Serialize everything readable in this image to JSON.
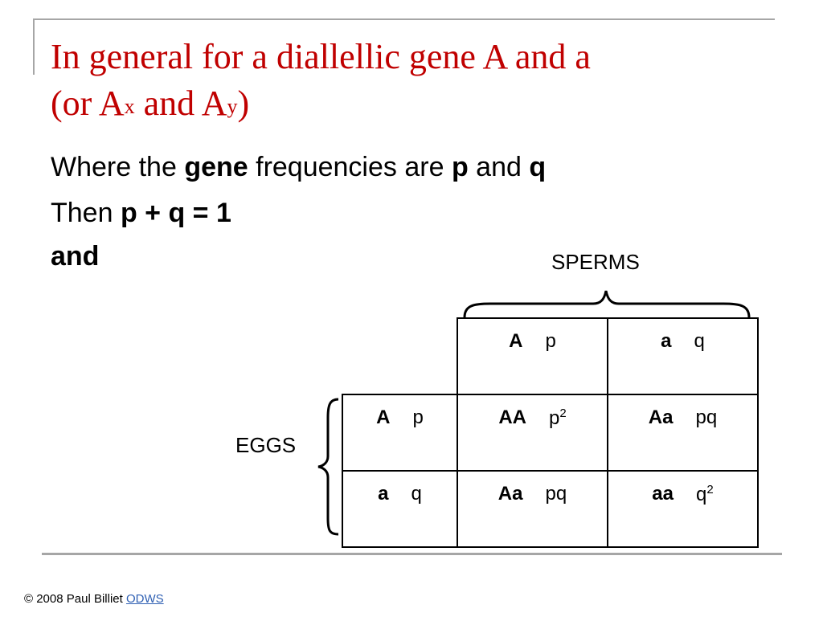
{
  "title": {
    "line1": "In general for a diallellic gene A and a",
    "line2_prefix": "(or A",
    "sup_x": "x",
    "line2_mid": " and A",
    "sup_y": "y",
    "line2_suffix": ")"
  },
  "body": {
    "line1": {
      "t1": "Where the ",
      "b1": "gene",
      "t2": " frequencies are ",
      "b2": "p",
      "t3": " and ",
      "b3": "q"
    },
    "line2": {
      "t1": "Then ",
      "b1": "p + q = 1"
    },
    "line3": {
      "b1": "and"
    }
  },
  "labels": {
    "sperms": "SPERMS",
    "eggs": "EGGS"
  },
  "punnett": {
    "header": [
      {
        "allele": "A",
        "freq": "p"
      },
      {
        "allele": "a",
        "freq": "q"
      }
    ],
    "rows": [
      {
        "allele": "A",
        "freq": "p",
        "cells": [
          {
            "genotype": "AA",
            "freq": "p",
            "sup": "2"
          },
          {
            "genotype": "Aa",
            "freq": "pq",
            "sup": ""
          }
        ]
      },
      {
        "allele": "a",
        "freq": "q",
        "cells": [
          {
            "genotype": "Aa",
            "freq": "pq",
            "sup": ""
          },
          {
            "genotype": "aa",
            "freq": "q",
            "sup": "2"
          }
        ]
      }
    ]
  },
  "footer": {
    "copyright": "© 2008 Paul Billiet ",
    "link": "ODWS"
  }
}
